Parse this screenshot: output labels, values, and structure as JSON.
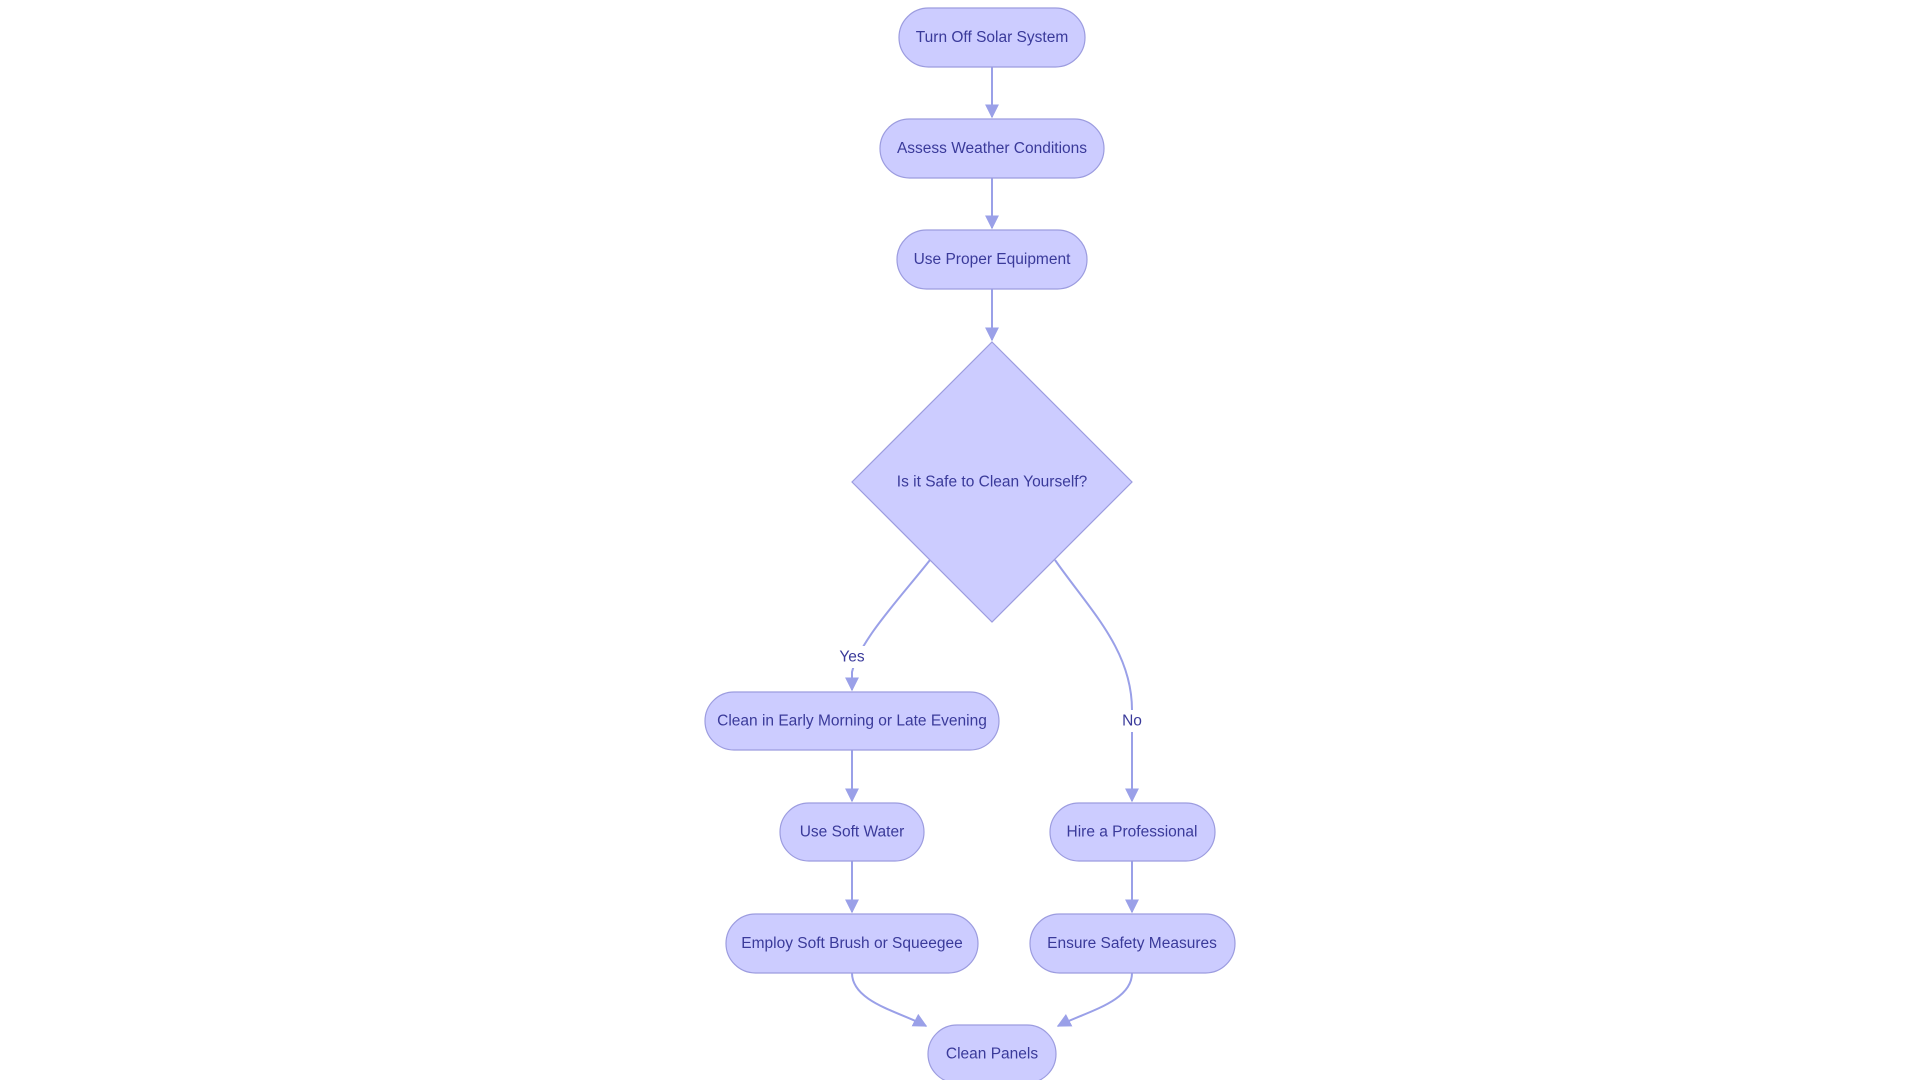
{
  "diagram": {
    "nodes": {
      "turn_off": "Turn Off Solar System",
      "assess_weather": "Assess Weather Conditions",
      "use_equipment": "Use Proper Equipment",
      "safe_decision": "Is it Safe to Clean Yourself?",
      "clean_early": "Clean in Early Morning or Late Evening",
      "soft_water": "Use Soft Water",
      "soft_brush": "Employ Soft Brush or Squeegee",
      "hire_pro": "Hire a Professional",
      "safety_measures": "Ensure Safety Measures",
      "clean_panels": "Clean Panels"
    },
    "edges": {
      "yes": "Yes",
      "no": "No"
    },
    "colors": {
      "node_fill": "#ccccff",
      "node_stroke": "#9c9cdf",
      "edge": "#9aa0e8",
      "text": "#3a3a9a"
    }
  }
}
